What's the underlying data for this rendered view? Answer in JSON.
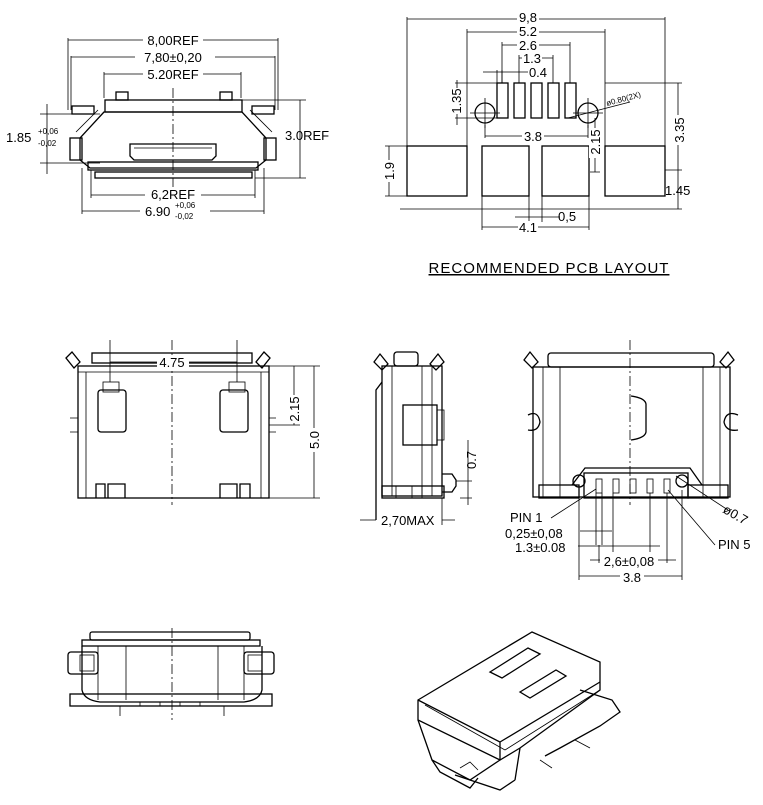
{
  "front_view": {
    "dim_overall": "8,00REF",
    "dim_width": "7,80±0,20",
    "dim_top": "5.20REF",
    "dim_height": "1.85",
    "dim_height_tol_plus": "+0,06",
    "dim_height_tol_minus": "-0,02",
    "dim_total_height": "3.0REF",
    "dim_bottom": "6,2REF",
    "dim_base": "6.90",
    "dim_base_tol_plus": "+0,06",
    "dim_base_tol_minus": "-0,02"
  },
  "pcb_layout": {
    "title": "RECOMMENDED PCB LAYOUT",
    "dim_overall": "9,8",
    "dim_inner": "5.2",
    "dim_pins_outer": "2.6",
    "dim_pins_mid": "1.3",
    "dim_pin_width": "0.4",
    "dim_pin_length": "1.35",
    "dim_hole": "ø0.80(2X)",
    "dim_hole_spacing": "3.8",
    "dim_pad_offset": "2.15",
    "dim_height": "3.35",
    "dim_pad_height": "1.9",
    "dim_bottom": "1.45",
    "dim_gap": "0,5",
    "dim_center_pads": "4.1"
  },
  "bottom_view": {
    "dim_spacing": "4.75",
    "dim_offset": "2.15",
    "dim_length": "5.0"
  },
  "side_view": {
    "dim_peg": "0.7",
    "dim_max": "2,70MAX"
  },
  "rear_view": {
    "pin1": "PIN 1",
    "pin5": "PIN 5",
    "dim_pin_width": "0,25±0,08",
    "dim_pin_pitch": "1.3±0.08",
    "dim_pin_span": "2,6±0,08",
    "dim_total": "3.8",
    "dim_hole": "ø0.7"
  }
}
